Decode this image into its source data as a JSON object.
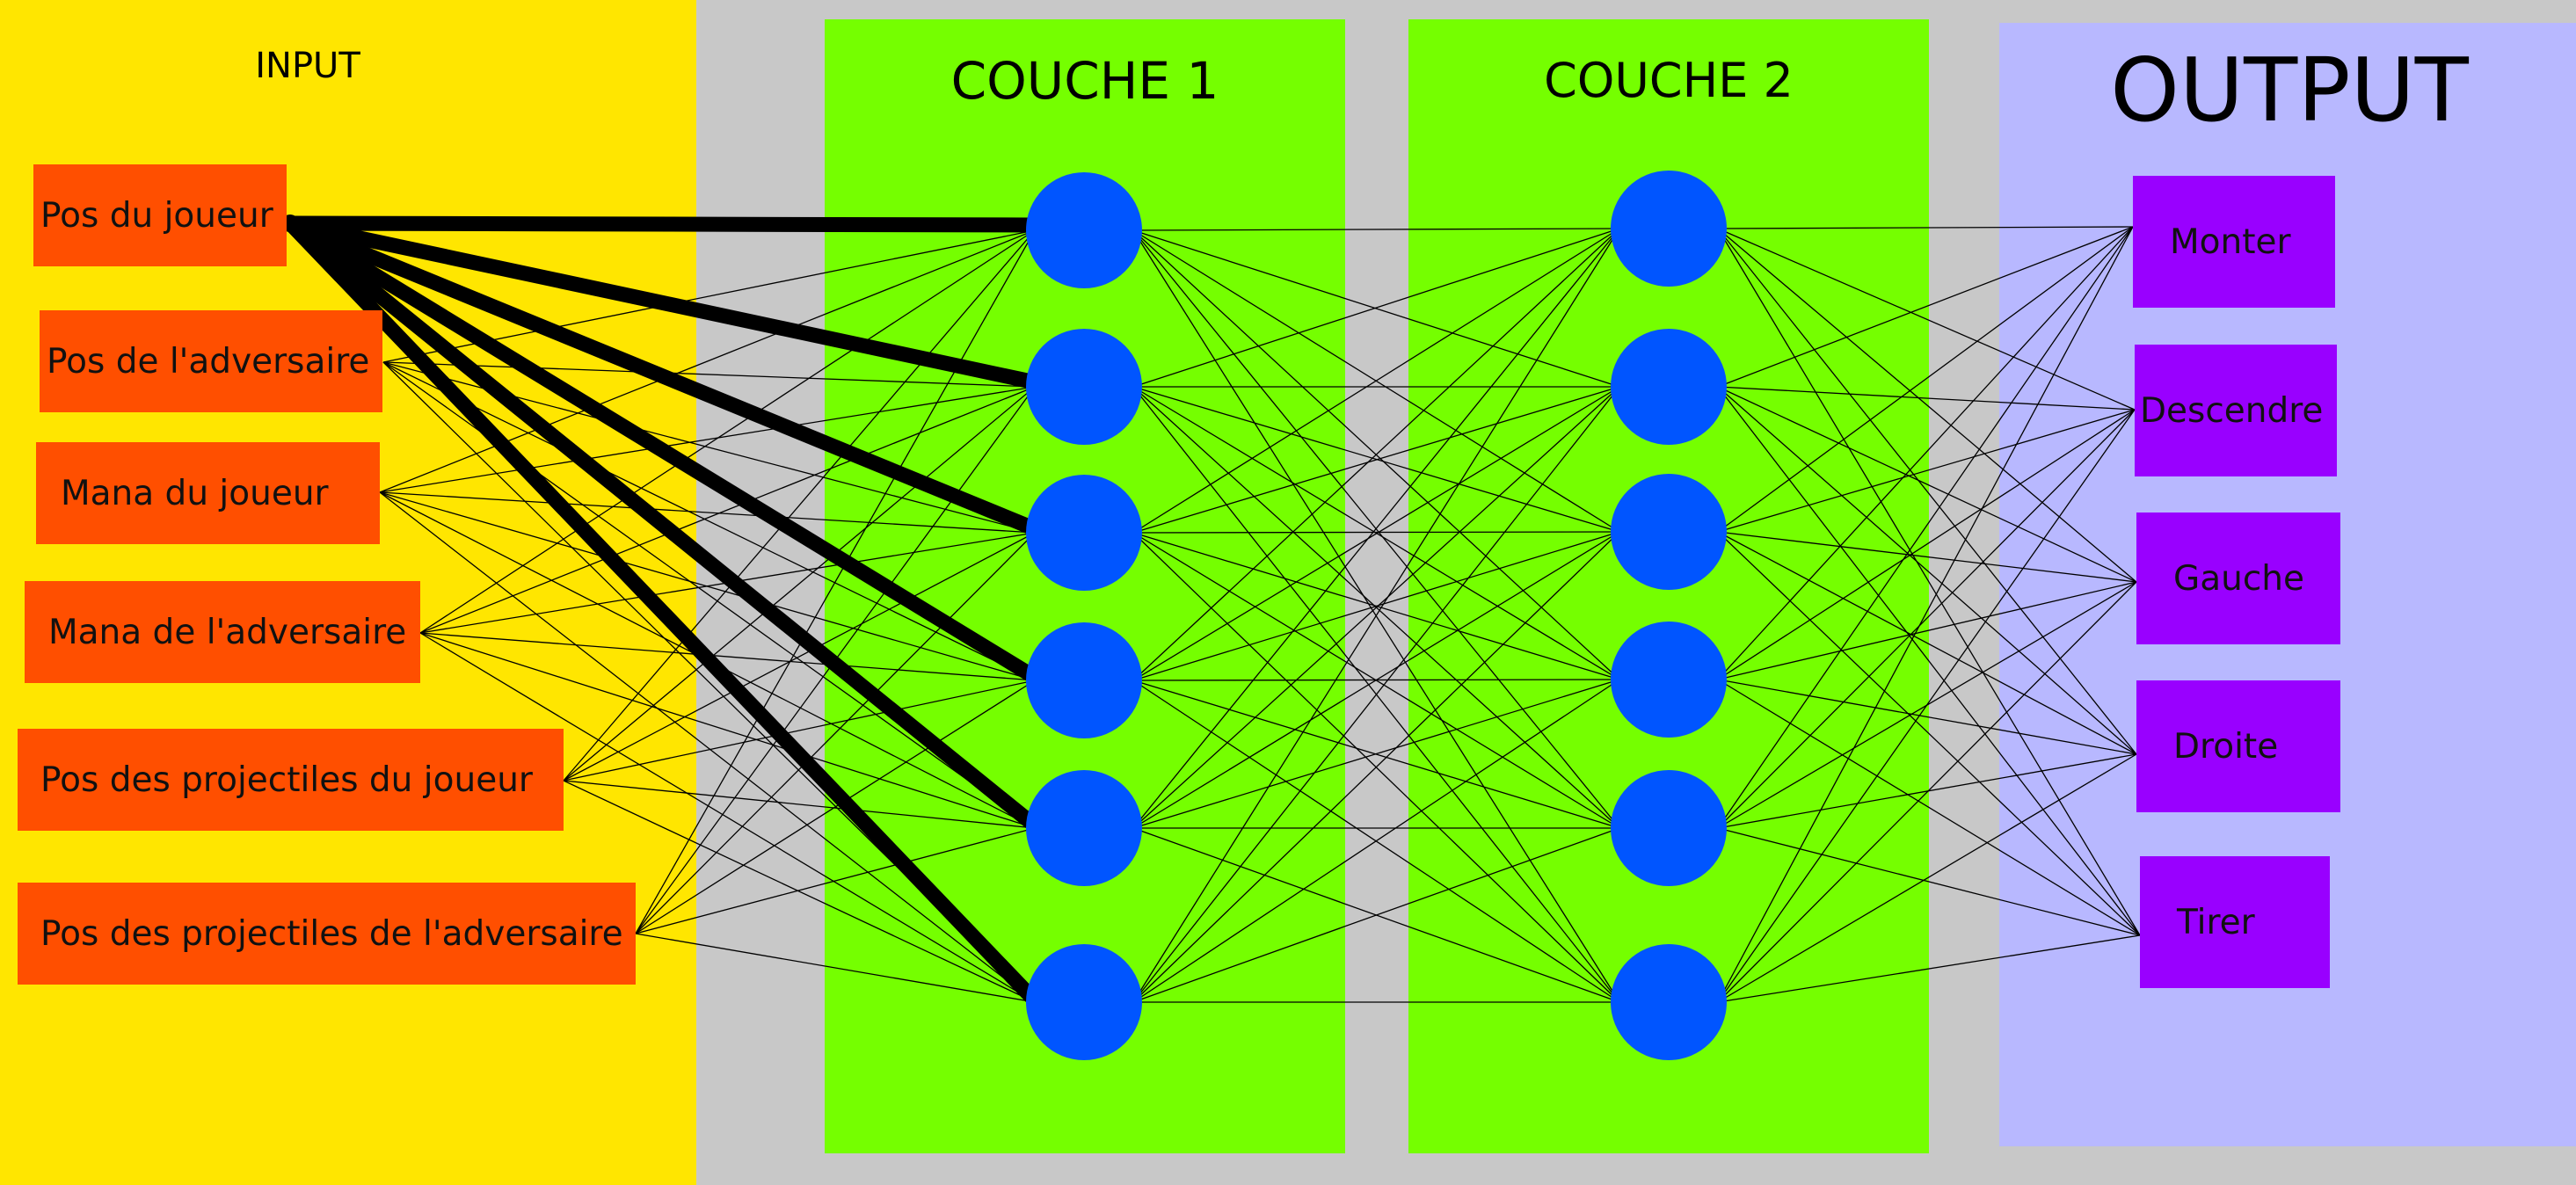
{
  "titles": {
    "input": "INPUT",
    "layer1": "COUCHE 1",
    "layer2": "COUCHE 2",
    "output": "OUTPUT"
  },
  "inputs": [
    "Pos du joueur",
    "Pos de l'adversaire",
    "Mana du joueur",
    "Mana de l'adversaire",
    "Pos des projectiles du joueur",
    "Pos des projectiles de l'adversaire"
  ],
  "outputs": [
    "Monter",
    "Descendre",
    "Gauche",
    "Droite",
    "Tirer"
  ],
  "hidden_layers": [
    {
      "name": "COUCHE 1",
      "neurons": 6
    },
    {
      "name": "COUCHE 2",
      "neurons": 6
    }
  ],
  "highlighted_input": "Pos du joueur",
  "colors": {
    "input_panel": "#ffe600",
    "hidden_panel": "#75ff00",
    "output_panel": "#b8b8ff",
    "background": "#c8c8c8",
    "input_box": "#ff4f00",
    "output_box": "#9900ff",
    "neuron": "#0055ff",
    "connection": "#000000"
  }
}
